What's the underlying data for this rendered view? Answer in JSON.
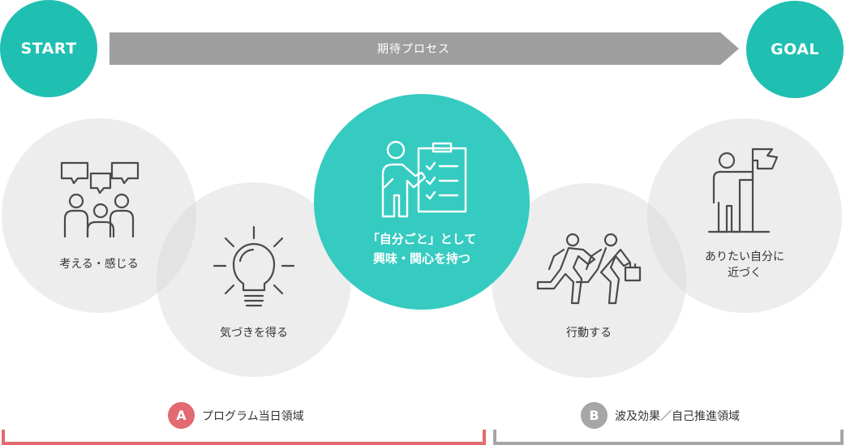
{
  "start_label": "START",
  "goal_label": "GOAL",
  "process_label": "期待プロセス",
  "steps": [
    {
      "label": "考える・感じる",
      "icon": "speech-bubbles-people-icon"
    },
    {
      "label": "気づきを得る",
      "icon": "lightbulb-icon"
    },
    {
      "label": "「自分ごと」として\n興味・関心を持つ",
      "icon": "person-checklist-icon"
    },
    {
      "label": "行動する",
      "icon": "running-people-icon"
    },
    {
      "label": "ありたい自分に\n近づく",
      "icon": "person-flag-icon"
    }
  ],
  "regions": [
    {
      "badge": "A",
      "label": "プログラム当日領域"
    },
    {
      "badge": "B",
      "label": "波及効果／自己推進領域"
    }
  ],
  "colors": {
    "teal": "#1fbfb1",
    "active_teal": "#35cbc1",
    "arrow_gray": "#9e9e9e",
    "region_a": "#e26a70",
    "region_b": "#a6a6a6"
  }
}
